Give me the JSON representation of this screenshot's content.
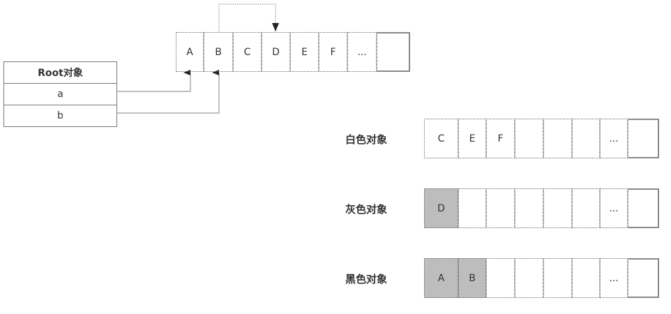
{
  "root": {
    "title": "Root对象",
    "fields": [
      "a",
      "b"
    ]
  },
  "heap": [
    "A",
    "B",
    "C",
    "D",
    "E",
    "F",
    "...",
    ""
  ],
  "sets": [
    {
      "label": "白色对象",
      "cells": [
        "C",
        "E",
        "F",
        "",
        "",
        "",
        "...",
        ""
      ],
      "gray": [
        false,
        false,
        false,
        false,
        false,
        false,
        false,
        false
      ]
    },
    {
      "label": "灰色对象",
      "cells": [
        "D",
        "",
        "",
        "",
        "",
        "",
        "...",
        ""
      ],
      "gray": [
        true,
        false,
        false,
        false,
        false,
        false,
        false,
        false
      ]
    },
    {
      "label": "黑色对象",
      "cells": [
        "A",
        "B",
        "",
        "",
        "",
        "",
        "...",
        ""
      ],
      "gray": [
        true,
        true,
        false,
        false,
        false,
        false,
        false,
        false
      ]
    }
  ],
  "colors": {
    "gray_fill": "#bdbdbd",
    "line": "#888888"
  }
}
